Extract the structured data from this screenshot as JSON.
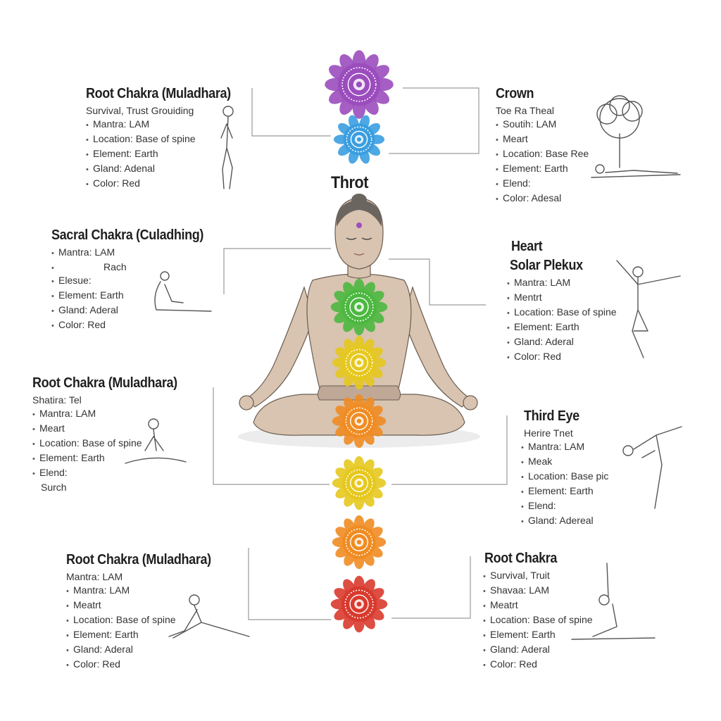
{
  "center_label": "Throt",
  "colors": {
    "crown": "#9b4dbd",
    "blue": "#3a9ee0",
    "green": "#4cb840",
    "yellow": "#e6c81e",
    "orange": "#f08c22",
    "red": "#d93a2e",
    "skin": "#d8c4b0",
    "line": "#9a9a9a",
    "dot": "#a04cc0"
  },
  "panels": {
    "root_top": {
      "title": "Root Chakra (Muladhara)",
      "sub": "Survival, Trust Grouiding",
      "items": [
        "Mantra: LAM",
        "Location: Base of spine",
        "Element: Earth",
        "Gland: Adenal",
        "Color: Red"
      ]
    },
    "crown": {
      "title": "Crown",
      "sub": "Toe Ra Theal",
      "items": [
        "Soutih: LAM",
        "Meart",
        "Location: Base Ree",
        "Element: Earth",
        "Elend:",
        "Color: Adesal"
      ]
    },
    "sacral": {
      "title": "Sacral Chakra (Culadhing)",
      "items": [
        "Mantra: LAM",
        "Elesue:",
        "Element: Earth",
        "Gland: Aderal",
        "Color: Red"
      ],
      "extra": "Rach"
    },
    "heart": {
      "title1": "Heart",
      "title2": "Solar Plekux",
      "items": [
        "Mantra: LAM",
        "Mentrt",
        "Location: Base of spine",
        "Element: Earth",
        "Gland: Aderal",
        "Color: Red"
      ]
    },
    "root_mid": {
      "title": "Root Chakra (Muladhara)",
      "sub": "Shatira: Tel",
      "items": [
        "Mantra: LAM",
        "Meart",
        "Location: Base of spine",
        "Element: Earth",
        "Elend:"
      ],
      "extra": "Surch"
    },
    "third_eye": {
      "title": "Third Eye",
      "sub": "Herire Tnet",
      "items": [
        "Mantra: LAM",
        "Meak",
        "Location: Base pic",
        "Element: Earth",
        "Elend:",
        "Gland: Adereal"
      ]
    },
    "root_bottom_left": {
      "title": "Root Chakra (Muladhara)",
      "sub": "Mantra: LAM",
      "items": [
        "Mantra: LAM",
        "Meatrt",
        "Location: Base of spine",
        "Element: Earth",
        "Gland: Aderal",
        "Color: Red"
      ]
    },
    "root_bottom_right": {
      "title": "Root Chakra",
      "items": [
        "Survival, Truit",
        "Shavaa: LAM",
        "Meatrt",
        "Location: Base of spine",
        "Element: Earth",
        "Gland: Aderal",
        "Color: Red"
      ]
    }
  }
}
